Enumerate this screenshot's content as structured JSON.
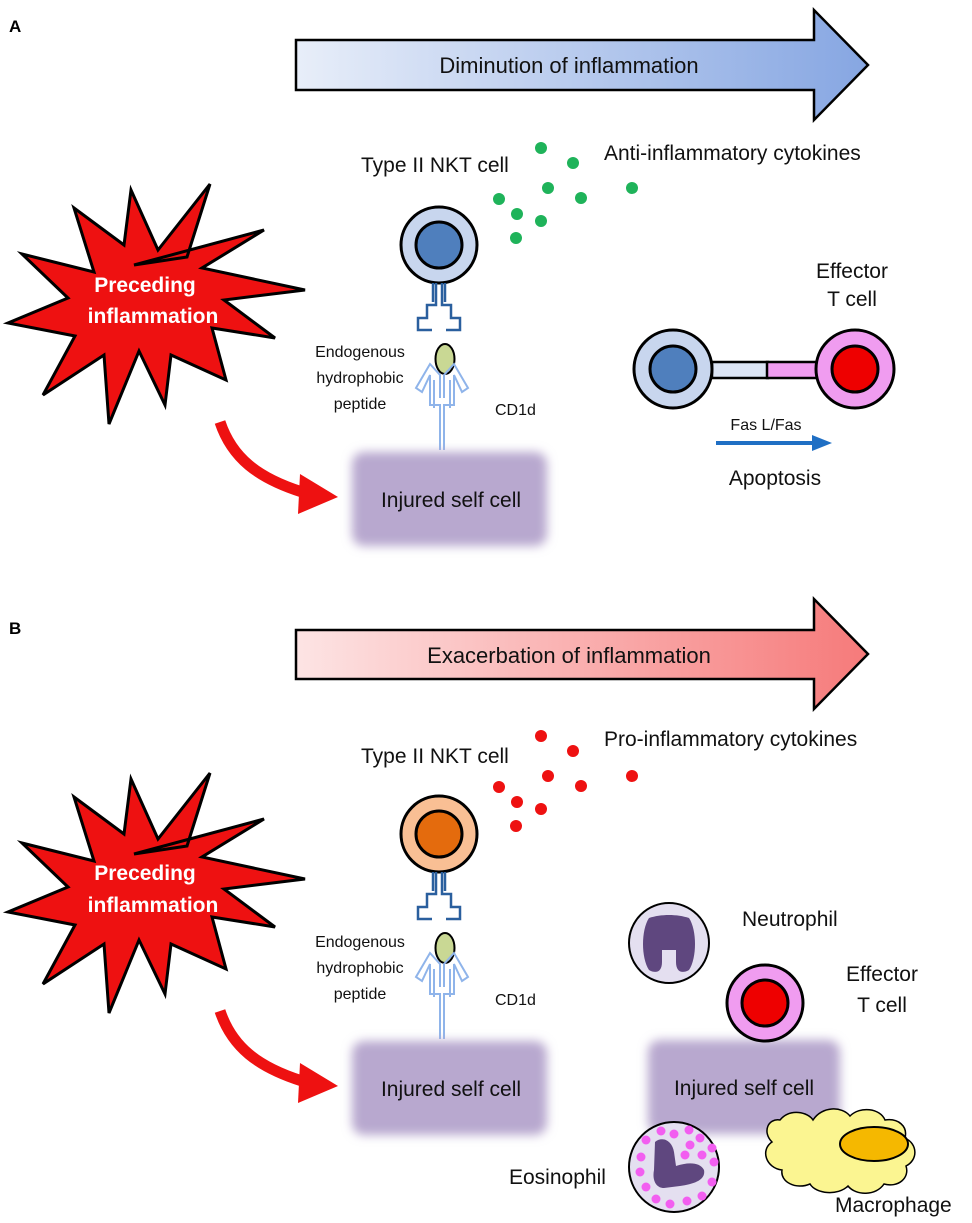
{
  "colors": {
    "nkt_regulatory_outer": "#c8d6ee",
    "nkt_regulatory_nucleus": "#4f7fbd",
    "nkt_inflammatory_outer": "#f9bf94",
    "nkt_inflammatory_nucleus": "#e46b0d",
    "anti_cytokine": "#1fb35a",
    "pro_cytokine": "#ee1111",
    "effector_outer": "#f09cf0",
    "effector_nucleus": "#ee0000",
    "star_fill": "#ee1111",
    "injured_cell": "#b8a8cf",
    "tcr": "#2a5f9e",
    "cd1d": "#8fb4ea",
    "peptide": "#c9d894",
    "apoptosis_arrow": "#1f6fc4",
    "macrophage": "#fbf591",
    "macrophage_nucleus": "#f5b800",
    "granulocyte_body": "#e4dff0",
    "granulocyte_nucleus": "#5f477f",
    "granule": "#f25ef0",
    "curved_arrow": "#ee1111"
  },
  "panel_a": {
    "letter": "A",
    "arrow_label": "Diminution of inflammation",
    "nkt_label": "Type II NKT cell",
    "cytokine_label": "Anti-inflammatory cytokines",
    "star_line1": "Preceding",
    "star_line2": "inflammation",
    "peptide_line1": "Endogenous",
    "peptide_line2": "hydrophobic",
    "peptide_line3": "peptide",
    "cd1d_label": "CD1d",
    "injured_label": "Injured self cell",
    "effector_line1": "Effector",
    "effector_line2": "T cell",
    "fas_label": "Fas L/Fas",
    "apoptosis_label": "Apoptosis"
  },
  "panel_b": {
    "letter": "B",
    "arrow_label": "Exacerbation of inflammation",
    "nkt_label": "Type II NKT cell",
    "cytokine_label": "Pro-inflammatory cytokines",
    "star_line1": "Preceding",
    "star_line2": "inflammation",
    "peptide_line1": "Endogenous",
    "peptide_line2": "hydrophobic",
    "peptide_line3": "peptide",
    "cd1d_label": "CD1d",
    "injured_label": "Injured self cell",
    "injured_label_2": "Injured self cell",
    "neutrophil_label": "Neutrophil",
    "effector_line1": "Effector",
    "effector_line2": "T cell",
    "eosinophil_label": "Eosinophil",
    "macrophage_label": "Macrophage"
  }
}
